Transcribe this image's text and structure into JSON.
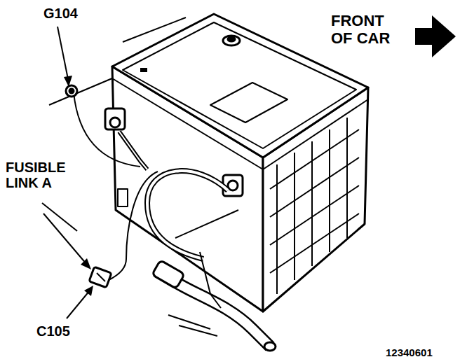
{
  "diagram": {
    "labels": [
      "G104",
      "FUSIBLE LINK A",
      "C105",
      "FRONT OF CAR",
      "12340601"
    ]
  }
}
